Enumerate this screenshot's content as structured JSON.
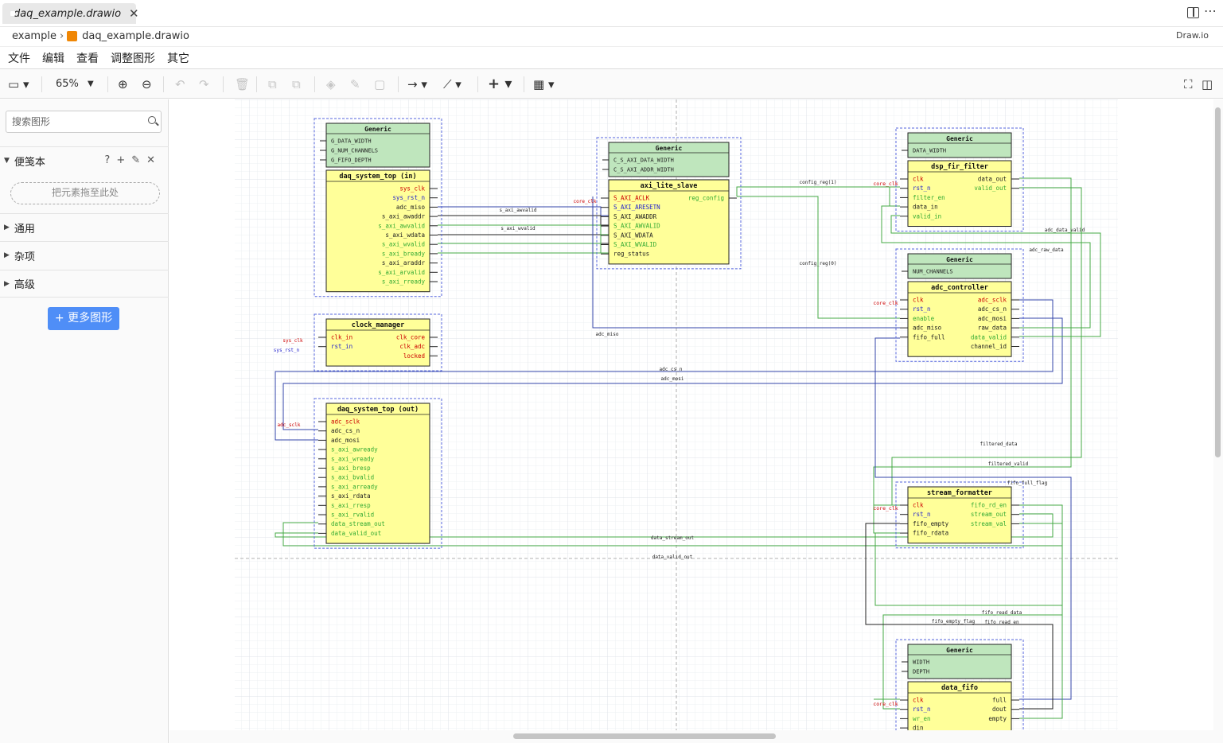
{
  "tab": {
    "filename": "daq_example.drawio",
    "close": "✕"
  },
  "breadcrumb": {
    "folder": "example",
    "file": "daq_example.drawio"
  },
  "app_label": "Draw.io",
  "menu": [
    "文件",
    "编辑",
    "查看",
    "调整图形",
    "其它"
  ],
  "toolbar": {
    "zoom": "65%"
  },
  "sidebar": {
    "search_placeholder": "搜索图形",
    "scratchpad": "便笺本",
    "dropzone": "把元素拖至此处",
    "sections": [
      "通用",
      "杂项",
      "高级"
    ],
    "more_shapes": "更多图形"
  },
  "diagram": {
    "blocks": [
      {
        "generic_title": "Generic",
        "generics": [
          "G_DATA_WIDTH",
          "G_NUM_CHANNELS",
          "G_FIFO_DEPTH"
        ],
        "title": "daq_system_top (in)",
        "left_ports": [],
        "right_ports": [
          [
            "sys_clk",
            "#c00"
          ],
          [
            "sys_rst_n",
            "#22c"
          ],
          [
            "adc_miso",
            "#222"
          ],
          [
            "s_axi_awaddr",
            "#222"
          ],
          [
            "s_axi_awvalid",
            "#3a3"
          ],
          [
            "s_axi_wdata",
            "#222"
          ],
          [
            "s_axi_wvalid",
            "#3a3"
          ],
          [
            "s_axi_bready",
            "#3a3"
          ],
          [
            "s_axi_araddr",
            "#222"
          ],
          [
            "s_axi_arvalid",
            "#3a3"
          ],
          [
            "s_axi_rready",
            "#3a3"
          ]
        ]
      },
      {
        "generic_title": "Generic",
        "generics": [
          "C_S_AXI_DATA_WIDTH",
          "C_S_AXI_ADDR_WIDTH"
        ],
        "title": "axi_lite_slave",
        "left_ports": [
          [
            "S_AXI_ACLK",
            "#c00"
          ],
          [
            "S_AXI_ARESETN",
            "#22c"
          ],
          [
            "S_AXI_AWADDR",
            "#222"
          ],
          [
            "S_AXI_AWVALID",
            "#3a3"
          ],
          [
            "S_AXI_WDATA",
            "#222"
          ],
          [
            "S_AXI_WVALID",
            "#3a3"
          ],
          [
            "reg_status",
            "#222"
          ]
        ],
        "right_ports": [
          [
            "reg_config",
            "#3a3"
          ]
        ]
      },
      {
        "generic_title": "Generic",
        "generics": [
          "DATA_WIDTH"
        ],
        "title": "dsp_fir_filter",
        "left_ports": [
          [
            "clk",
            "#c00"
          ],
          [
            "rst_n",
            "#22c"
          ],
          [
            "filter_en",
            "#3a3"
          ],
          [
            "data_in",
            "#222"
          ],
          [
            "valid_in",
            "#3a3"
          ]
        ],
        "right_ports": [
          [
            "data_out",
            "#222"
          ],
          [
            "valid_out",
            "#3a3"
          ]
        ]
      },
      {
        "generic_title": "Generic",
        "generics": [
          "NUM_CHANNELS"
        ],
        "title": "adc_controller",
        "left_ports": [
          [
            "clk",
            "#c00"
          ],
          [
            "rst_n",
            "#22c"
          ],
          [
            "enable",
            "#3a3"
          ],
          [
            "adc_miso",
            "#222"
          ],
          [
            "fifo_full",
            "#222"
          ]
        ],
        "right_ports": [
          [
            "adc_sclk",
            "#c00"
          ],
          [
            "adc_cs_n",
            "#222"
          ],
          [
            "adc_mosi",
            "#222"
          ],
          [
            "raw_data",
            "#222"
          ],
          [
            "data_valid",
            "#3a3"
          ],
          [
            "channel_id",
            "#222"
          ]
        ]
      },
      {
        "generic_title": "",
        "generics": [],
        "title": "clock_manager",
        "left_ports": [
          [
            "clk_in",
            "#c00"
          ],
          [
            "rst_in",
            "#22c"
          ]
        ],
        "right_ports": [
          [
            "clk_core",
            "#c00"
          ],
          [
            "clk_adc",
            "#c00"
          ],
          [
            "locked",
            "#c00"
          ]
        ]
      },
      {
        "generic_title": "",
        "generics": [],
        "title": "daq_system_top (out)",
        "left_ports": [
          [
            "adc_sclk",
            "#c00"
          ],
          [
            "adc_cs_n",
            "#222"
          ],
          [
            "adc_mosi",
            "#222"
          ],
          [
            "s_axi_awready",
            "#3a3"
          ],
          [
            "s_axi_wready",
            "#3a3"
          ],
          [
            "s_axi_bresp",
            "#3a3"
          ],
          [
            "s_axi_bvalid",
            "#3a3"
          ],
          [
            "s_axi_arready",
            "#3a3"
          ],
          [
            "s_axi_rdata",
            "#222"
          ],
          [
            "s_axi_rresp",
            "#3a3"
          ],
          [
            "s_axi_rvalid",
            "#3a3"
          ],
          [
            "data_stream_out",
            "#3a3"
          ],
          [
            "data_valid_out",
            "#3a3"
          ]
        ],
        "right_ports": []
      },
      {
        "generic_title": "",
        "generics": [],
        "title": "stream_formatter",
        "left_ports": [
          [
            "clk",
            "#c00"
          ],
          [
            "rst_n",
            "#22c"
          ],
          [
            "fifo_empty",
            "#222"
          ],
          [
            "fifo_rdata",
            "#222"
          ]
        ],
        "right_ports": [
          [
            "fifo_rd_en",
            "#3a3"
          ],
          [
            "stream_out",
            "#3a3"
          ],
          [
            "stream_val",
            "#3a3"
          ]
        ]
      },
      {
        "generic_title": "Generic",
        "generics": [
          "WIDTH",
          "DEPTH"
        ],
        "title": "data_fifo",
        "left_ports": [
          [
            "clk",
            "#c00"
          ],
          [
            "rst_n",
            "#22c"
          ],
          [
            "wr_en",
            "#3a3"
          ],
          [
            "din",
            "#222"
          ]
        ],
        "right_ports": [
          [
            "full",
            "#222"
          ],
          [
            "dout",
            "#222"
          ],
          [
            "empty",
            "#222"
          ]
        ]
      }
    ],
    "wire_labels": [
      "s_axi_awvalid",
      "s_axi_wvalid",
      "core_clk",
      "config_reg(1)",
      "config_reg(0)",
      "adc_miso",
      "adc_cs_n",
      "adc_mosi",
      "adc_data_valid",
      "adc_raw_data",
      "filtered_data",
      "filtered_valid",
      "fifo_full_flag",
      "data_stream_out",
      "data_valid_out",
      "fifo_read_data",
      "fifo_empty_flag",
      "fifo_read_en",
      "sys_clk",
      "sys_rst_n",
      "adc_sclk"
    ]
  }
}
